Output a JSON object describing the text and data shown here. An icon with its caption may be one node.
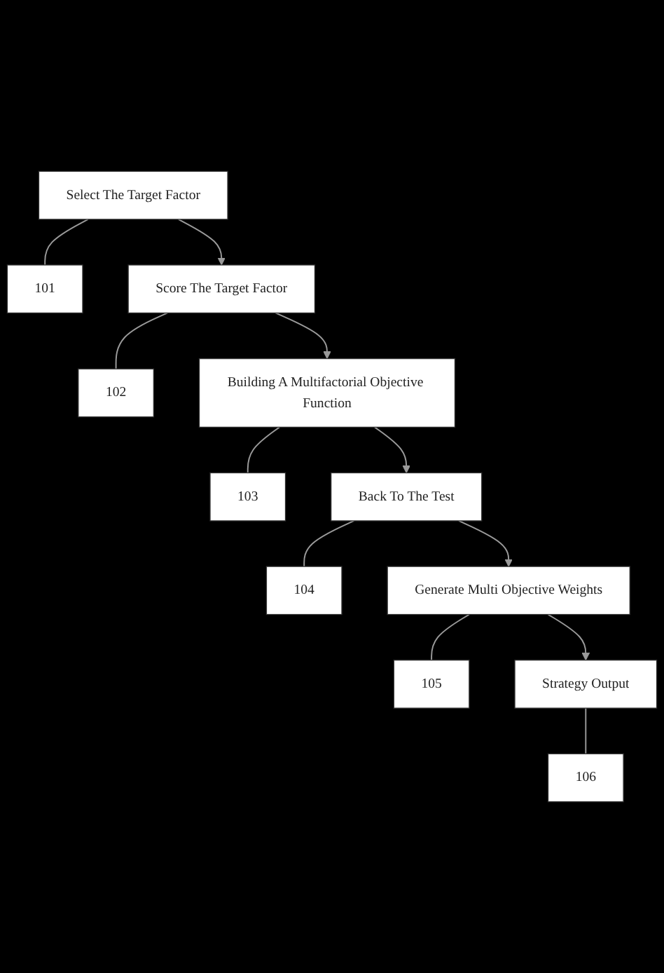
{
  "diagram": {
    "nodes": [
      {
        "text": [
          "101"
        ]
      },
      {
        "text": [
          "Select The Target Factor"
        ]
      },
      {
        "text": [
          "102"
        ]
      },
      {
        "text": [
          "Score The Target Factor"
        ]
      },
      {
        "text": [
          "103"
        ]
      },
      {
        "text": [
          "Building A Multifactorial Objective Function"
        ]
      },
      {
        "text": [
          "104"
        ]
      },
      {
        "text": [
          "Back To The Test"
        ]
      },
      {
        "text": [
          "105"
        ]
      },
      {
        "text": [
          "Generate Multi Objective Weights"
        ]
      },
      {
        "text": [
          "106"
        ]
      },
      {
        "text": [
          "Strategy Output"
        ]
      }
    ],
    "edges": [
      {
        "from": 1,
        "to": 0,
        "arrow": "none"
      },
      {
        "from": 1,
        "to": 3,
        "arrow": "to"
      },
      {
        "from": 3,
        "to": 2,
        "arrow": "none"
      },
      {
        "from": 3,
        "to": 5,
        "arrow": "to"
      },
      {
        "from": 5,
        "to": 4,
        "arrow": "none"
      },
      {
        "from": 5,
        "to": 7,
        "arrow": "to"
      },
      {
        "from": 7,
        "to": 6,
        "arrow": "none"
      },
      {
        "from": 7,
        "to": 9,
        "arrow": "to"
      },
      {
        "from": 9,
        "to": 8,
        "arrow": "none"
      },
      {
        "from": 9,
        "to": 11,
        "arrow": "to"
      },
      {
        "from": 11,
        "to": 10,
        "arrow": "none"
      }
    ]
  }
}
